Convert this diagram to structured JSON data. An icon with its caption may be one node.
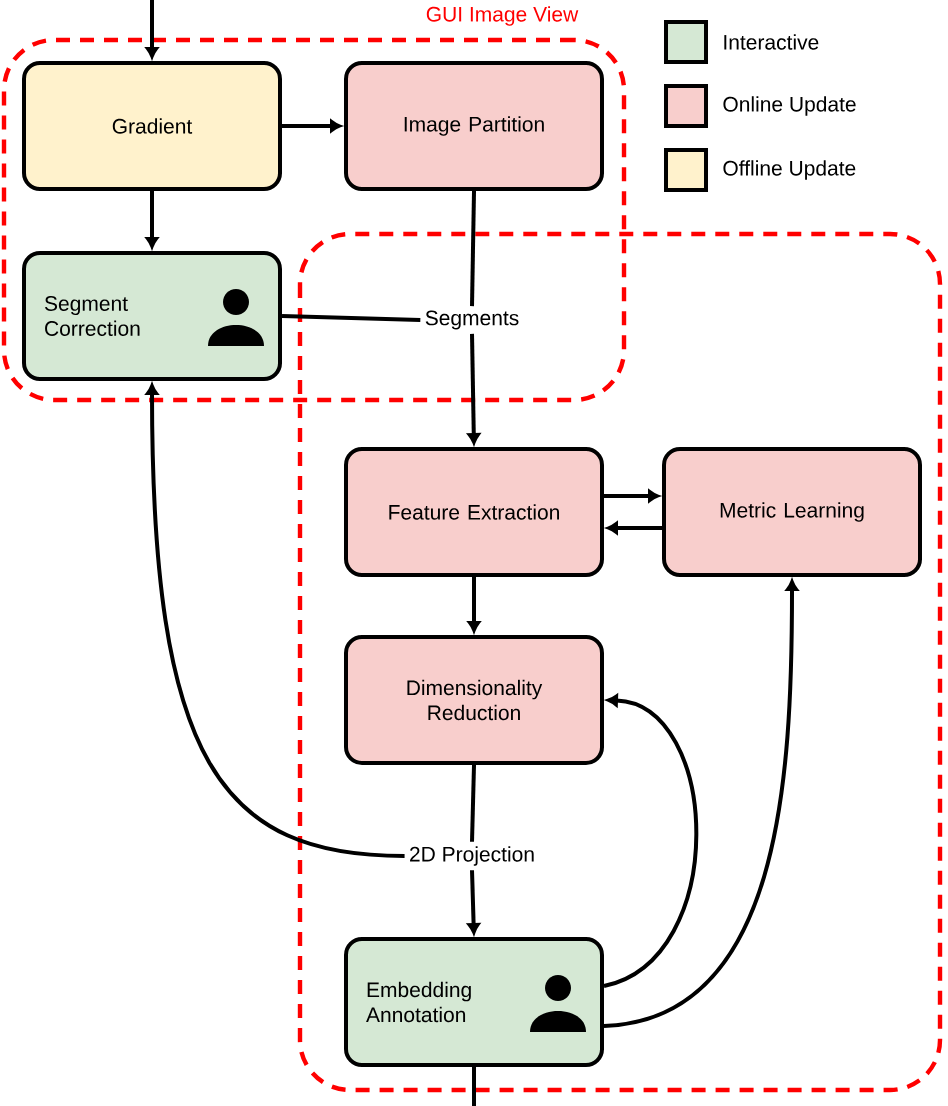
{
  "diagram": {
    "nodes": [
      {
        "text": [
          "GUI Image View"
        ]
      },
      {
        "text": [
          "Gradient"
        ],
        "in": 0
      },
      {
        "text": [
          "Image Partition"
        ],
        "in": 0
      },
      {
        "text": [
          "Segment Correction"
        ],
        "in": 0
      },
      {
        "text": [
          "Segments"
        ],
        "in": 0
      },
      {
        "text": [
          "Feature Extraction"
        ]
      },
      {
        "text": [
          "Metric Learning"
        ]
      },
      {
        "text": [
          "Dimensionality Reduction"
        ]
      },
      {
        "text": [
          "2D Projection"
        ]
      },
      {
        "text": [
          "Embedding Annotation"
        ]
      }
    ],
    "edges": [
      {
        "from": null,
        "to": 1,
        "arrow": "to"
      },
      {
        "from": 1,
        "to": 2,
        "arrow": "to"
      },
      {
        "from": 1,
        "to": 3,
        "arrow": "to"
      },
      {
        "from": 2,
        "to": 4,
        "arrow": "none"
      },
      {
        "from": 4,
        "to": 5,
        "arrow": "to"
      },
      {
        "from": 4,
        "to": 3,
        "arrow": "none"
      },
      {
        "from": 5,
        "to": 6,
        "arrow": "to"
      },
      {
        "from": 6,
        "to": 5,
        "arrow": "to"
      },
      {
        "from": 5,
        "to": 7,
        "arrow": "to"
      },
      {
        "from": 7,
        "to": 8,
        "arrow": "none"
      },
      {
        "from": 8,
        "to": 9,
        "arrow": "to"
      },
      {
        "from": 8,
        "to": 3,
        "arrow": "to"
      },
      {
        "from": 9,
        "to": 7,
        "arrow": "to"
      },
      {
        "from": 9,
        "to": 6,
        "arrow": "to"
      },
      {
        "from": 9,
        "to": null,
        "arrow": "none"
      }
    ],
    "legend": [
      {
        "text": "Interactive",
        "color": "#d5e8d4"
      },
      {
        "text": "Online Update",
        "color": "#f8cecc"
      },
      {
        "text": "Offline Update",
        "color": "#fff2cc"
      }
    ]
  }
}
